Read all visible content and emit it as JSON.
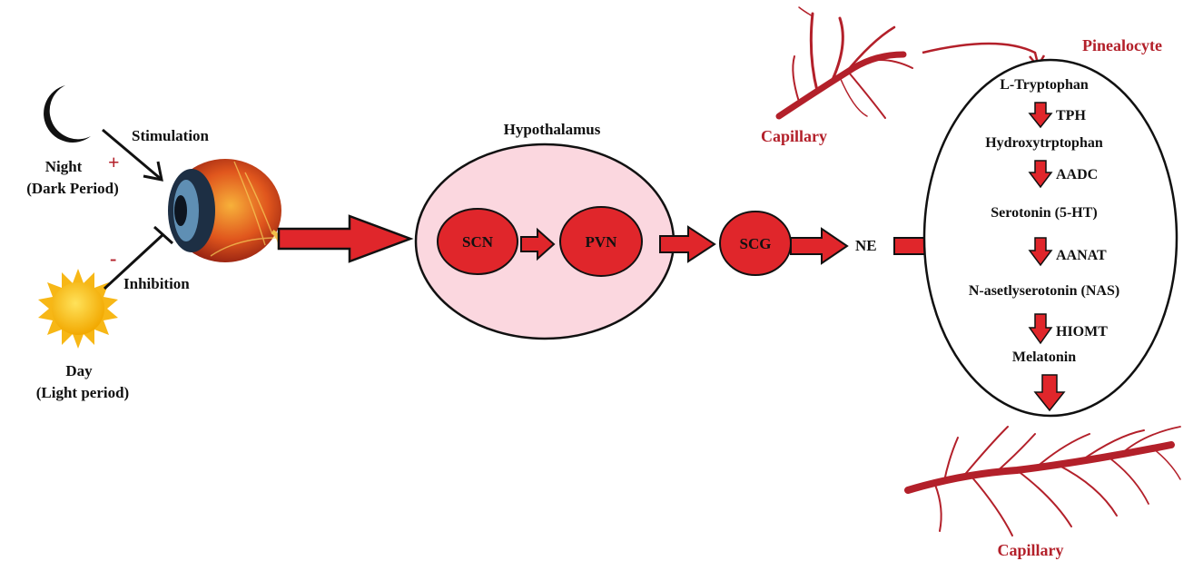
{
  "colors": {
    "accent_red": "#e0262b",
    "dark_red": "#b3202a",
    "hypothalamus_fill": "#fbd7df",
    "sun_yellow": "#f7b716"
  },
  "labels": {
    "night_line1": "Night",
    "night_line2": "(Dark Period)",
    "day_line1": "Day",
    "day_line2": "(Light period)",
    "stimulation": "Stimulation",
    "inhibition": "Inhibition",
    "plus_sign": "+",
    "minus_sign": "-",
    "hypothalamus": "Hypothalamus",
    "ne": "NE",
    "pinealocyte": "Pinealocyte",
    "capillary_top": "Capillary",
    "capillary_bottom": "Capillary"
  },
  "nodes": {
    "scn": "SCN",
    "pvn": "PVN",
    "scg": "SCG"
  },
  "pathway": {
    "steps": [
      "L-Tryptophan",
      "Hydroxytrptophan",
      "Serotonin (5-HT)",
      "N-asetlyserotonin (NAS)",
      "Melatonin"
    ],
    "enzymes": [
      "TPH",
      "AADC",
      "AANAT",
      "HIOMT"
    ]
  },
  "icons": {
    "moon": "crescent-moon-icon",
    "sun": "sun-icon",
    "eye": "eye-icon",
    "capillary": "capillary-icon"
  }
}
